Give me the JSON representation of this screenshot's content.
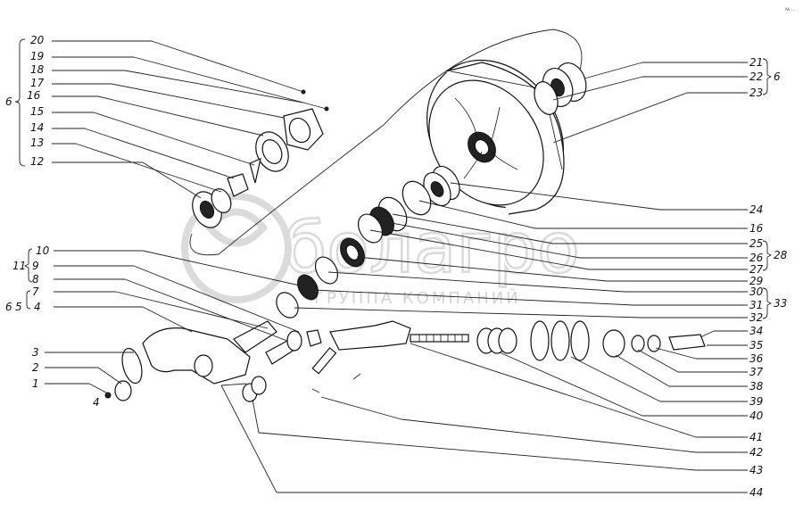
{
  "watermark": {
    "brand": "болагро",
    "tagline": "ГРУППА КОМПАНИЙ"
  },
  "corner_mark": "№ ...",
  "left_labels": [
    "20",
    "19",
    "18",
    "17",
    "16",
    "15",
    "14",
    "13",
    "12",
    "10",
    "9",
    "8",
    "7",
    "4",
    "3",
    "2",
    "1"
  ],
  "left_group_6_top": "6",
  "left_group_11": "11",
  "left_group_6_bottom": "6",
  "left_group_5": "5",
  "right_labels": [
    "21",
    "22",
    "23",
    "24",
    "16",
    "25",
    "26",
    "27",
    "29",
    "30",
    "31",
    "32",
    "34",
    "35",
    "36",
    "37",
    "38",
    "39",
    "40",
    "41",
    "42",
    "43",
    "44"
  ],
  "right_group_6": "6",
  "right_group_28": "28",
  "right_group_33": "33",
  "small_mark_1": "4"
}
